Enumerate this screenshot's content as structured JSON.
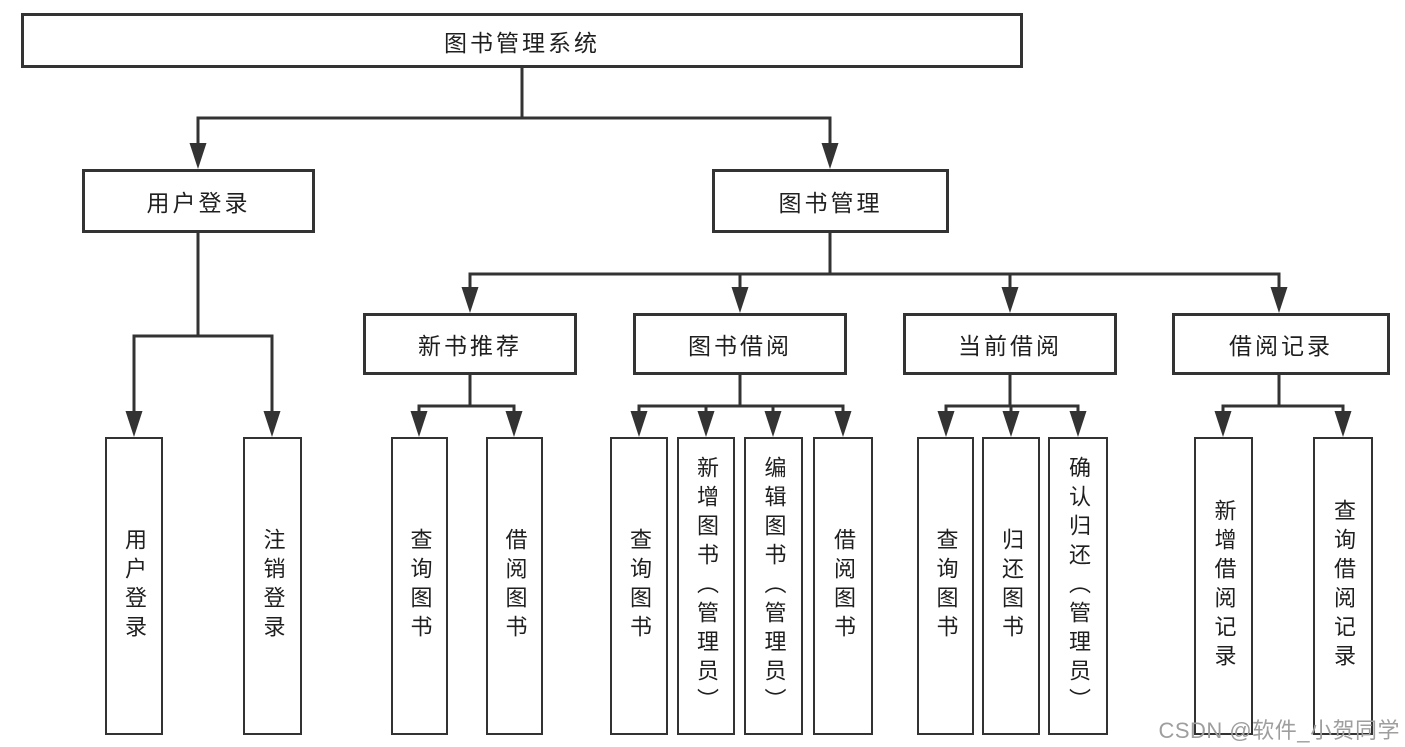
{
  "nodes": {
    "root": "图书管理系统",
    "user_login_group": "用户登录",
    "book_management": "图书管理",
    "new_book_recommend": "新书推荐",
    "book_borrowing": "图书借阅",
    "current_borrowing": "当前借阅",
    "borrowing_records": "借阅记录",
    "user_login": "用户登录",
    "logout_login": "注销登录",
    "recommend_query_books": "查询图书",
    "recommend_borrow_books": "借阅图书",
    "borrowing_query_books": "查询图书",
    "borrowing_add_books": "新增图书（管理员）",
    "borrowing_edit_books": "编辑图书（管理员）",
    "borrowing_borrow_books": "借阅图书",
    "current_query_books": "查询图书",
    "current_return_books": "归还图书",
    "current_confirm_return": "确认归还（管理员）",
    "records_add_record": "新增借阅记录",
    "records_query_record": "查询借阅记录"
  },
  "watermark": "CSDN @软件_小贺同学",
  "colors": {
    "line": "#333333",
    "text": "#1f1f1f",
    "watermark": "#9e9e9e",
    "background": "#ffffff"
  }
}
